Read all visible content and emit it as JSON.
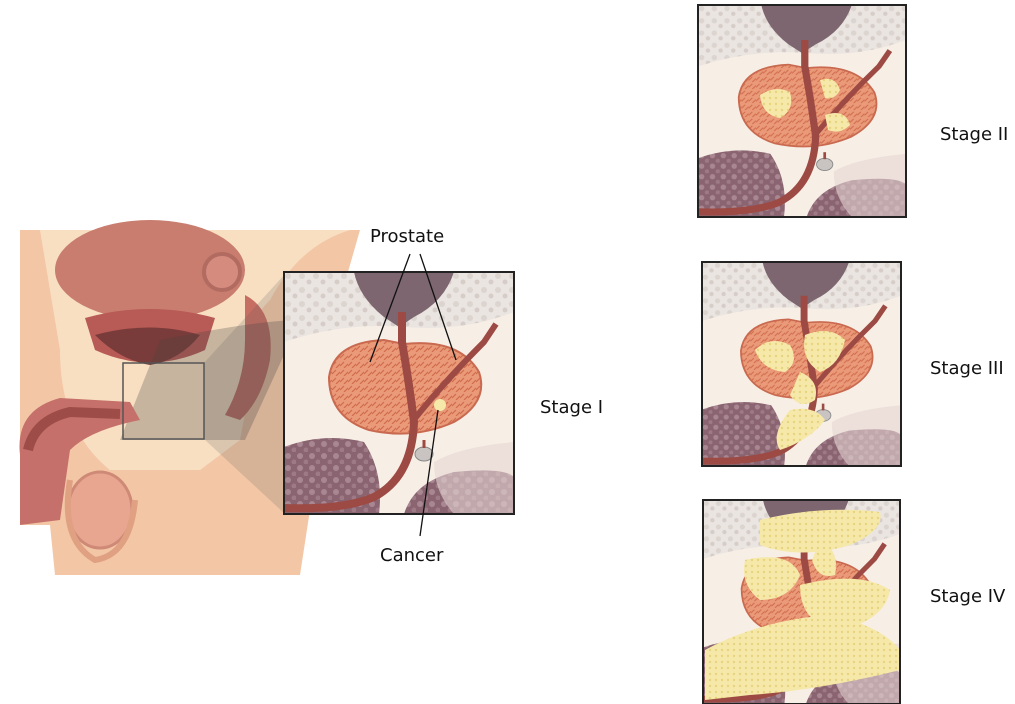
{
  "labels": {
    "prostate": "Prostate",
    "cancer": "Cancer",
    "stage_1": "Stage I",
    "stage_2": "Stage II",
    "stage_3": "Stage III",
    "stage_4": "Stage IV"
  },
  "colors": {
    "flesh": "#f3c7a6",
    "organ": "#b9655a",
    "prostate_tissue": "#e9926d",
    "urethra": "#9c4a43",
    "cancer": "#f5e6a3",
    "bone": "#e8e1dc",
    "cavity": "#7a5560",
    "frame": "#222222"
  }
}
